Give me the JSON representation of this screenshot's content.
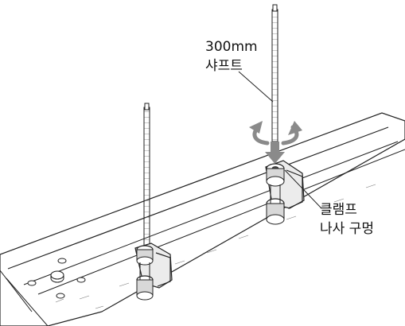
{
  "labels": {
    "shaft": {
      "line1": "300mm",
      "line2": "샤프트"
    },
    "clamp": {
      "line1": "클램프",
      "line2": "나사 구멍"
    }
  },
  "colors": {
    "stroke": "#222222",
    "arrow_gray": "#8a8a8a",
    "clamp_fill": "#e8e8e8",
    "surface_fill": "#ffffff"
  },
  "icons": {
    "rotation": "curved-double-arrow-icon",
    "insert": "down-arrow-icon"
  }
}
